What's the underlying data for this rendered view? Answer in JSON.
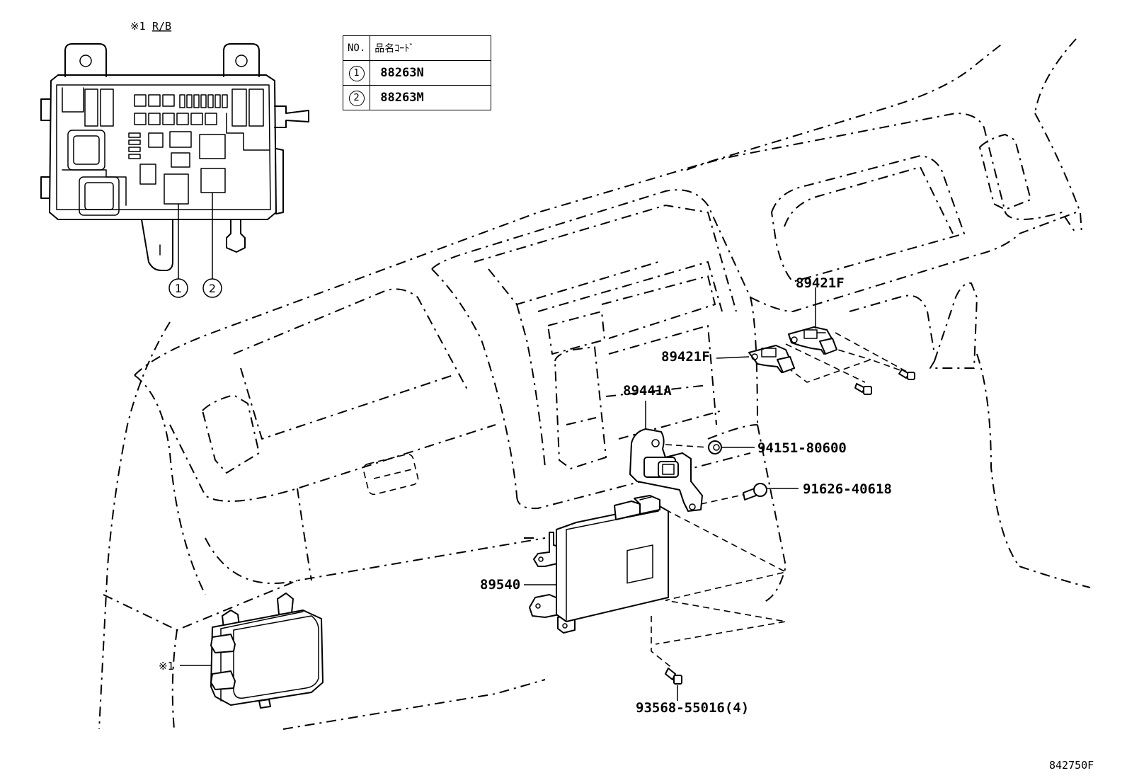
{
  "relay_block": {
    "title_mark": "※1",
    "title_code": "R/B",
    "callouts": [
      "1",
      "2"
    ]
  },
  "legend": {
    "header_no": "NO.",
    "header_code": "品名ｺｰﾄﾞ",
    "rows": [
      {
        "no": "1",
        "code": "88263N"
      },
      {
        "no": "2",
        "code": "88263M"
      }
    ]
  },
  "parts": {
    "sensor_right": "89421F",
    "sensor_center": "89421F",
    "sensor_yaw": "89441A",
    "nut": "94151-80600",
    "bolt": "91626-40618",
    "ecu": "89540",
    "relay_block_ref": "※1",
    "screw": "93568-55016(4)"
  },
  "figure_code": "842750F"
}
